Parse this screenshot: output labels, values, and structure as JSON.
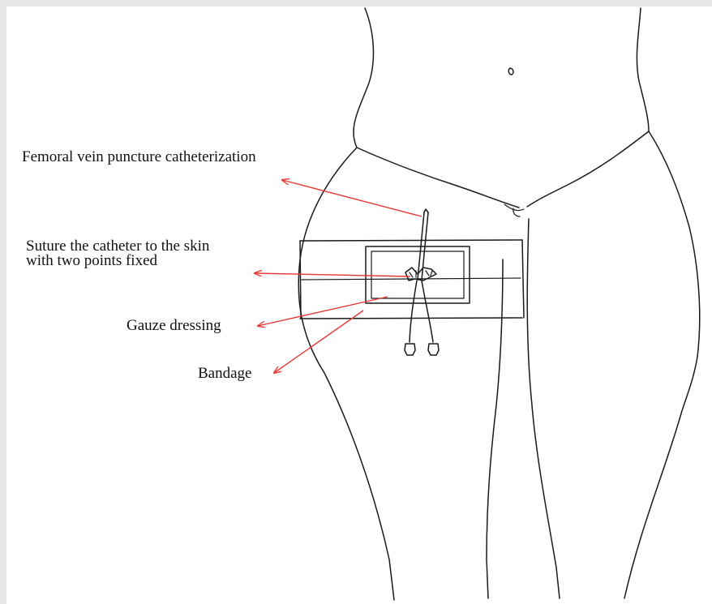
{
  "labels": {
    "femoral": "Femoral vein puncture catheterization",
    "suture_line1": "Suture the catheter to the skin",
    "suture_line2": "with two points fixed",
    "gauze": "Gauze dressing",
    "bandage": "Bandage"
  },
  "colors": {
    "background": "#e6e6e6",
    "drawing": "#1a1a1a",
    "arrow": "#e53935"
  }
}
